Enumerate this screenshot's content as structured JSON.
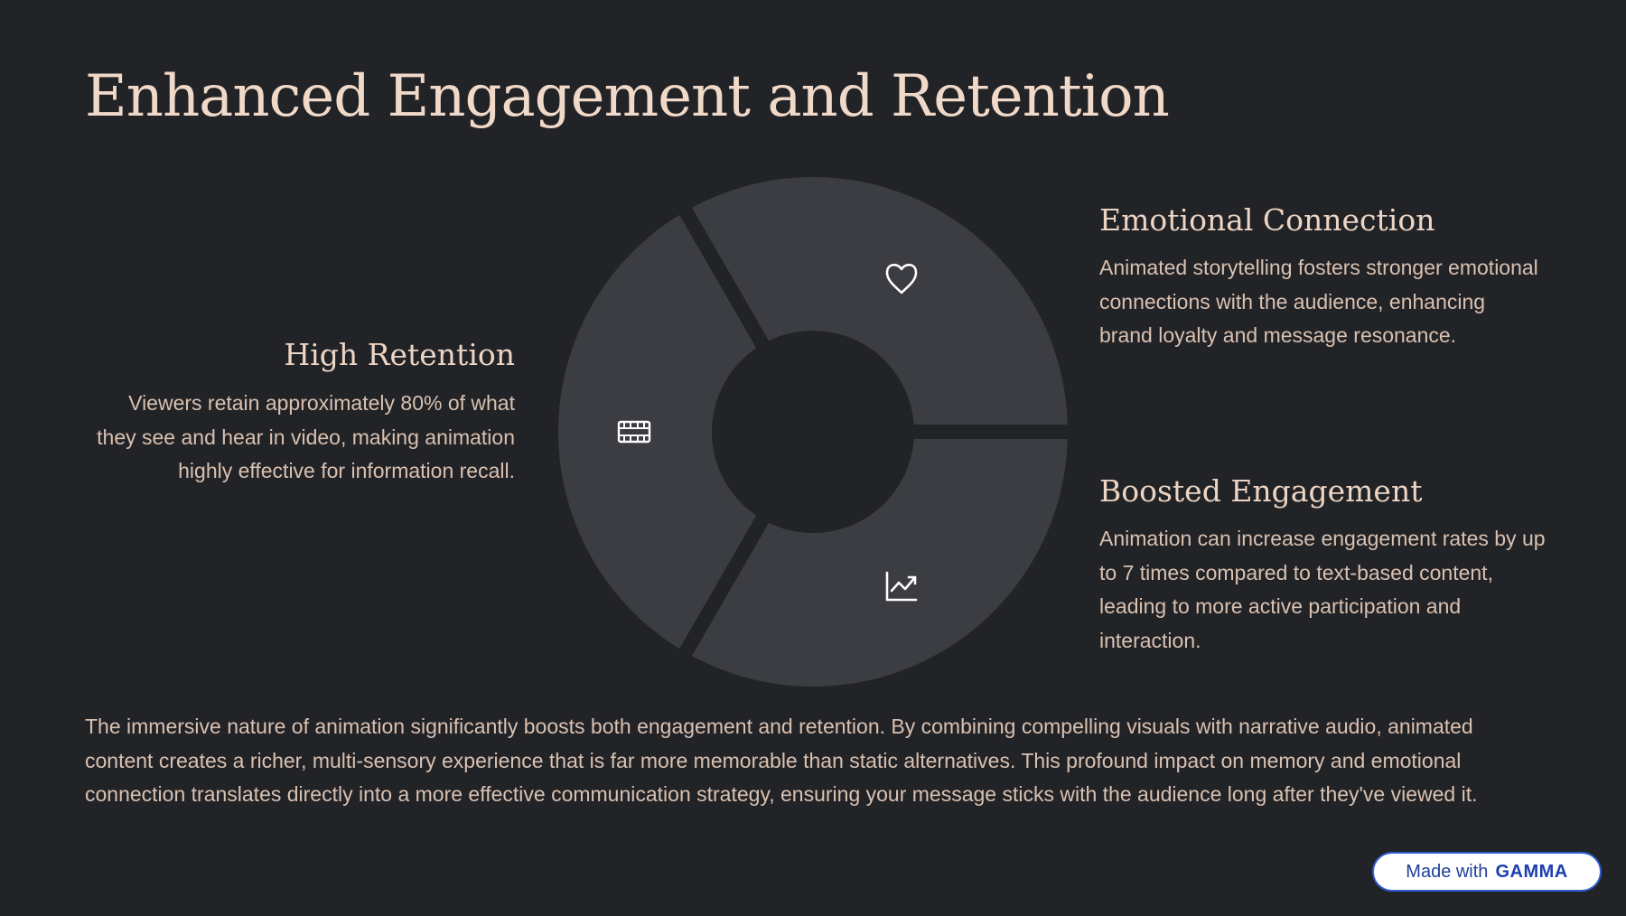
{
  "title": "Enhanced Engagement and Retention",
  "cards": {
    "retention": {
      "title": "High Retention",
      "body": "Viewers retain approximately 80% of what they see and hear in video, making animation highly effective for information recall.",
      "icon": "film-strip-icon"
    },
    "emotional": {
      "title": "Emotional Connection",
      "body": "Animated storytelling fosters stronger emotional connections with the audience, enhancing brand loyalty and message resonance.",
      "icon": "heart-icon"
    },
    "engagement": {
      "title": "Boosted Engagement",
      "body": "Animation can increase engagement rates by up to 7 times compared to text-based content, leading to more active participation and interaction.",
      "icon": "chart-trend-icon"
    }
  },
  "summary": "The immersive nature of animation significantly boosts both engagement and retention. By combining compelling visuals with narrative audio, animated content creates a richer, multi-sensory experience that is far more memorable than static alternatives. This profound impact on memory and emotional connection translates directly into a more effective communication strategy, ensuring your message sticks with the audience long after they've viewed it.",
  "badge": {
    "prefix": "Made with",
    "brand": "GAMMA"
  },
  "colors": {
    "background": "#222327",
    "segment": "#3c3d42",
    "title": "#f0d9c8",
    "body": "#d9c1b1",
    "badge_border": "#2d5fd0"
  }
}
